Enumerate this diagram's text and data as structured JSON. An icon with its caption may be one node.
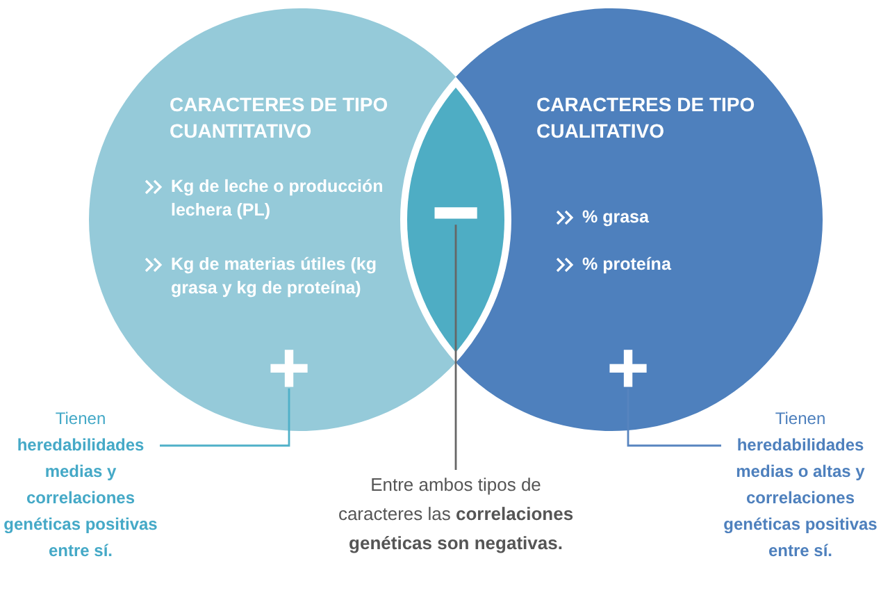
{
  "diagram": {
    "nodes": [
      {
        "text": [
          "CARACTERES DE TIPO CUANTITATIVO",
          "Kg de leche o producción lechera (PL)",
          "Kg de materias útiles (kg grasa y kg de proteína)"
        ]
      },
      {
        "text": [
          "+"
        ],
        "in": 0
      },
      {
        "text": [],
        "shape": "lens"
      },
      {
        "text": [
          "−"
        ],
        "in": 2
      },
      {
        "text": [
          "CARACTERES DE TIPO CUALITATIVO",
          "% grasa",
          "% proteína"
        ]
      },
      {
        "text": [
          "+"
        ],
        "in": 4
      },
      {
        "text": [
          "Tienen **heredabilidades medias y correlaciones genéticas positivas entre sí.**"
        ]
      },
      {
        "text": [
          "Entre ambos tipos de caracteres las **correlaciones genéticas son negativas.**"
        ]
      },
      {
        "text": [
          "Tienen **heredabilidades medias o altas y correlaciones genéticas positivas entre sí.**"
        ]
      }
    ],
    "edges": [
      {
        "from": 6,
        "to": 1,
        "arrow": "none",
        "color": "#4fb0c8"
      },
      {
        "from": 7,
        "to": 3,
        "arrow": "none",
        "color": "#666666"
      },
      {
        "from": 8,
        "to": 5,
        "arrow": "none",
        "color": "#5784bf"
      }
    ]
  }
}
